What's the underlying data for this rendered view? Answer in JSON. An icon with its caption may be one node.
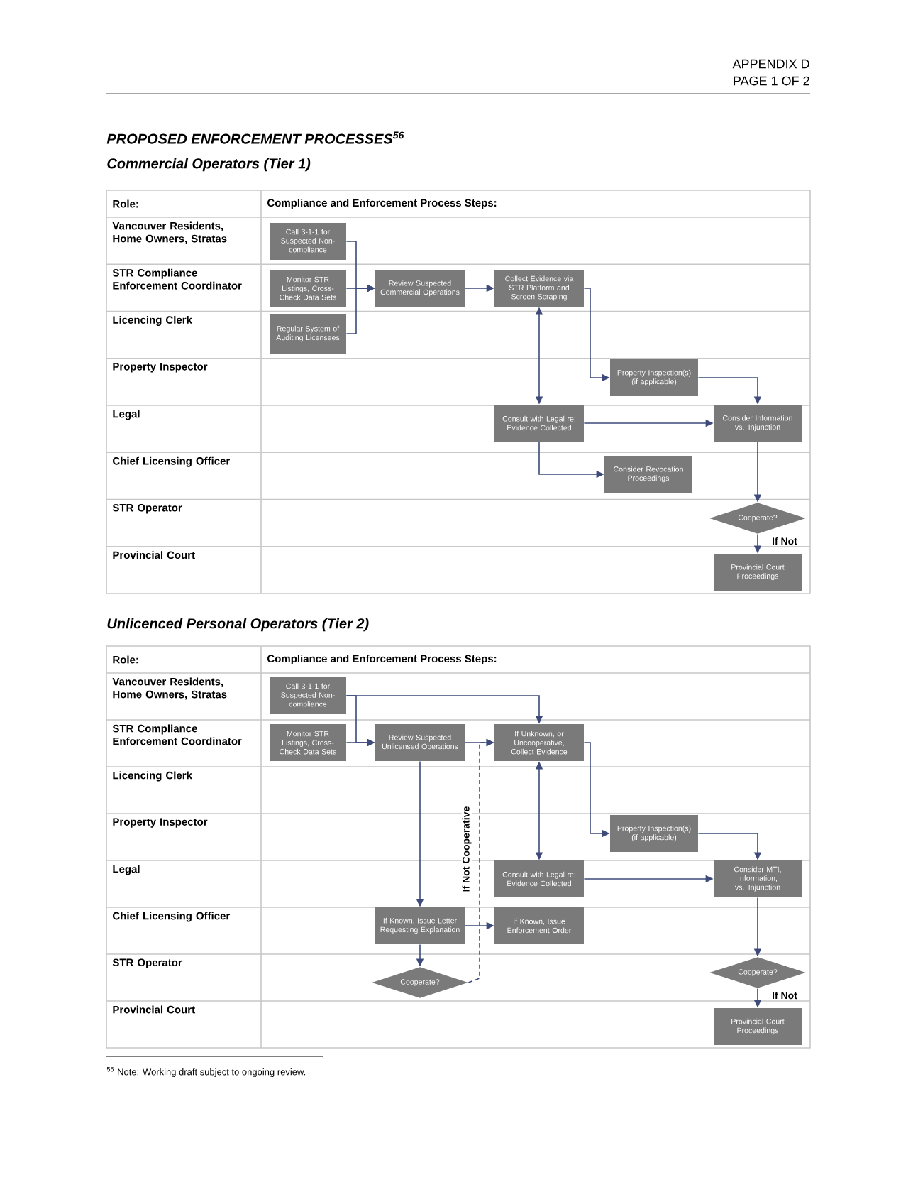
{
  "diagram": {
    "title": "PROPOSED ENFORCEMENT PROCESSES$^{56}$",
    "nodes": [
      {
        "text": [
          "Call 3-1-1 for Suspected Non-compliance"
        ]
      },
      {
        "text": [
          "Monitor STR Listings, Cross-Check Data Sets"
        ]
      },
      {
        "text": [
          "Regular System of Auditing Licensees"
        ]
      },
      {
        "text": [
          "Review Suspected Commercial Operations"
        ]
      },
      {
        "text": [
          "Collect Evidence via STR Platform and Screen-Scraping"
        ]
      },
      {
        "text": [
          "Property Inspection(s) (if applicable)"
        ]
      },
      {
        "text": [
          "Consult with Legal re: Evidence Collected"
        ]
      },
      {
        "text": [
          "Consider Information vs. Injunction"
        ]
      },
      {
        "text": [
          "Consider Revocation Proceedings"
        ]
      },
      {
        "text": [
          "Cooperate?"
        ]
      },
      {
        "text": [
          "Provincial Court Proceedings"
        ]
      },
      {
        "text": [
          "Call 3-1-1 for Suspected Non-compliance"
        ]
      },
      {
        "text": [
          "Monitor STR Listings, Cross-Check Data Sets"
        ]
      },
      {
        "text": [
          "Review Suspected Unlicensed Operations"
        ]
      },
      {
        "text": [
          "If Unknown, or Uncooperative, Collect Evidence"
        ]
      },
      {
        "text": [
          "Property Inspection(s) (if applicable)"
        ]
      },
      {
        "text": [
          "Consult with Legal re: Evidence Collected"
        ]
      },
      {
        "text": [
          "Consider MTI, Information, vs. Injunction"
        ]
      },
      {
        "text": [
          "If Known, Issue Letter Requesting Explanation"
        ]
      },
      {
        "text": [
          "If Known, Issue Enforcement Order"
        ]
      },
      {
        "text": [
          "Cooperate?"
        ]
      },
      {
        "text": [
          "Cooperate?"
        ]
      },
      {
        "text": [
          "Provincial Court Proceedings"
        ]
      }
    ],
    "edges": [
      {
        "from": 0,
        "to": 3,
        "arrow": "to"
      },
      {
        "from": 1,
        "to": 3,
        "arrow": "to"
      },
      {
        "from": 2,
        "to": 3,
        "arrow": "to"
      },
      {
        "from": 3,
        "to": 4,
        "arrow": "to"
      },
      {
        "from": 4,
        "to": 5,
        "arrow": "to"
      },
      {
        "from": 5,
        "to": 7,
        "arrow": "to"
      },
      {
        "from": 4,
        "to": 6,
        "arrow": "both"
      },
      {
        "from": 6,
        "to": 7,
        "arrow": "to"
      },
      {
        "from": 6,
        "to": 8,
        "arrow": "to"
      },
      {
        "from": 7,
        "to": 9,
        "arrow": "to"
      },
      {
        "from": 9,
        "to": 10,
        "arrow": "to",
        "label": "If Not"
      },
      {
        "from": 11,
        "to": 13,
        "arrow": "to"
      },
      {
        "from": 11,
        "to": 14,
        "arrow": "to"
      },
      {
        "from": 12,
        "to": 13,
        "arrow": "to"
      },
      {
        "from": 13,
        "to": 14,
        "arrow": "to"
      },
      {
        "from": 13,
        "to": 18,
        "arrow": "to"
      },
      {
        "from": 18,
        "to": 19,
        "arrow": "to"
      },
      {
        "from": 18,
        "to": 20,
        "arrow": "to"
      },
      {
        "from": 20,
        "to": 14,
        "arrow": "to",
        "style": "dashed",
        "label": "If Not Cooperative"
      },
      {
        "from": 14,
        "to": 15,
        "arrow": "to"
      },
      {
        "from": 14,
        "to": 16,
        "arrow": "both"
      },
      {
        "from": 15,
        "to": 17,
        "arrow": "to"
      },
      {
        "from": 16,
        "to": 17,
        "arrow": "to"
      },
      {
        "from": 17,
        "to": 21,
        "arrow": "to"
      },
      {
        "from": 21,
        "to": 22,
        "arrow": "to",
        "label": "If Not"
      }
    ],
    "labels": [
      "APPENDIX D",
      "PAGE 1 OF 2",
      "Commercial Operators (Tier 1)",
      "Role:",
      "Compliance and Enforcement Process Steps:",
      "Vancouver Residents, Home Owners, Stratas",
      "STR Compliance Enforcement Coordinator",
      "Licencing Clerk",
      "Property Inspector",
      "Legal",
      "Chief Licensing Officer",
      "STR Operator",
      "Provincial Court",
      "Unlicenced Personal Operators (Tier 2)",
      "Role:",
      "Compliance and Enforcement Process Steps:",
      "Vancouver Residents, Home Owners, Stratas",
      "STR Compliance Enforcement Coordinator",
      "Licencing Clerk",
      "Property Inspector",
      "Legal",
      "Chief Licensing Officer",
      "STR Operator",
      "Provincial Court",
      "$^{56}$ Note: Working draft subject to ongoing review."
    ]
  }
}
